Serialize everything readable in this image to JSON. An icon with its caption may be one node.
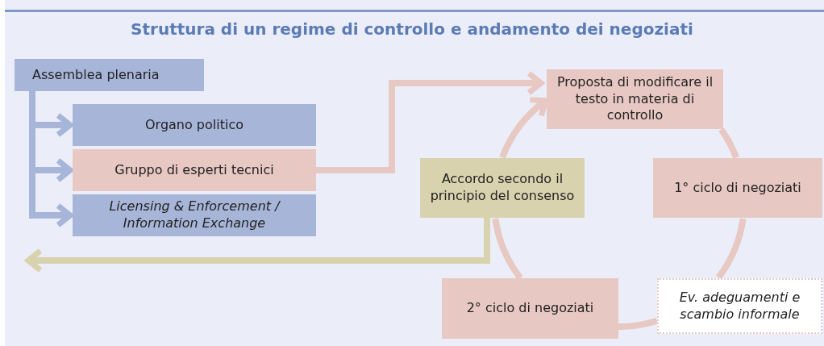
{
  "diagram": {
    "title": "Struttura di un regime di controllo e andamento dei negoziati",
    "nodes": [
      {
        "text": [
          "Assemblea plenaria"
        ]
      },
      {
        "text": [
          "Organo politico"
        ]
      },
      {
        "text": [
          "Gruppo di esperti tecnici"
        ]
      },
      {
        "text": [
          "Licensing & Enforcement / Information Exchange"
        ]
      },
      {
        "text": [
          "Proposta di modificare il testo in materia di controllo"
        ]
      },
      {
        "text": [
          "1° ciclo di negoziati"
        ]
      },
      {
        "text": [
          "Ev. adeguamenti e scambio informale"
        ]
      },
      {
        "text": [
          "2° ciclo di negoziati"
        ]
      },
      {
        "text": [
          "Accordo secondo il principio del consenso"
        ]
      }
    ],
    "edges": [
      {
        "from": 0,
        "to": 1,
        "arrow": "to",
        "color": "#a7b5d8"
      },
      {
        "from": 0,
        "to": 2,
        "arrow": "to",
        "color": "#a7b5d8"
      },
      {
        "from": 0,
        "to": 3,
        "arrow": "to",
        "color": "#a7b5d8"
      },
      {
        "from": 2,
        "to": 4,
        "arrow": "to"
      },
      {
        "from": 4,
        "to": 5,
        "arrow": "none"
      },
      {
        "from": 5,
        "to": 6,
        "arrow": "none"
      },
      {
        "from": 6,
        "to": 7,
        "arrow": "none"
      },
      {
        "from": 7,
        "to": 8,
        "arrow": "none"
      },
      {
        "from": 8,
        "to": 4,
        "arrow": "to"
      },
      {
        "from": 8,
        "to": null,
        "arrow": "to",
        "color": "#d8d2ae"
      }
    ]
  }
}
